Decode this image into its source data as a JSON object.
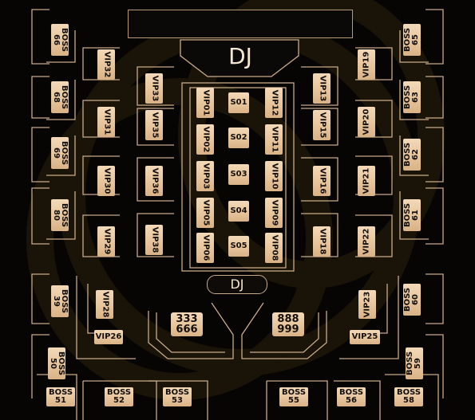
{
  "stage": {
    "dj_main": "DJ",
    "dj_small": "DJ"
  },
  "colors": {
    "background": "#060504",
    "outline": "#c9ab88",
    "label_fill": "#e7c59c",
    "label_text": "#140f0b",
    "emblem": "#1a1408"
  },
  "tables": {
    "boss66": "BOSS\n66",
    "boss68": "BOSS\n68",
    "boss69": "BOSS\n69",
    "boss80": "BOSS\n80",
    "boss39": "BOSS\n39",
    "boss50": "BOSS\n50",
    "boss65": "BOSS\n65",
    "boss63": "BOSS\n63",
    "boss62": "BOSS\n62",
    "boss61": "BOSS\n61",
    "boss60": "BOSS\n60",
    "boss59": "BOSS\n59",
    "boss51": "BOSS\n51",
    "boss52": "BOSS\n52",
    "boss53": "BOSS\n53",
    "boss55": "BOSS\n55",
    "boss56": "BOSS\n56",
    "boss58": "BOSS\n58",
    "vip32": "VIP32",
    "vip31": "VIP31",
    "vip30": "VIP30",
    "vip29": "VIP29",
    "vip28": "VIP28",
    "vip26": "VIP26",
    "vip33": "VIP33",
    "vip35": "VIP35",
    "vip36": "VIP36",
    "vip38": "VIP38",
    "vip01": "VIP01",
    "vip02": "VIP02",
    "vip03": "VIP03",
    "vip05": "VIP05",
    "vip06": "VIP06",
    "vip12": "VIP12",
    "vip11": "VIP11",
    "vip10": "VIP10",
    "vip09": "VIP09",
    "vip08": "VIP08",
    "vip13": "VIP13",
    "vip15": "VIP15",
    "vip16": "VIP16",
    "vip18": "VIP18",
    "vip19": "VIP19",
    "vip20": "VIP20",
    "vip21": "VIP21",
    "vip22": "VIP22",
    "vip23": "VIP23",
    "vip25": "VIP25",
    "s01": "S01",
    "s02": "S02",
    "s03": "S03",
    "s04": "S04",
    "s05": "S05",
    "t333": "333\n666",
    "t888": "888\n999"
  }
}
